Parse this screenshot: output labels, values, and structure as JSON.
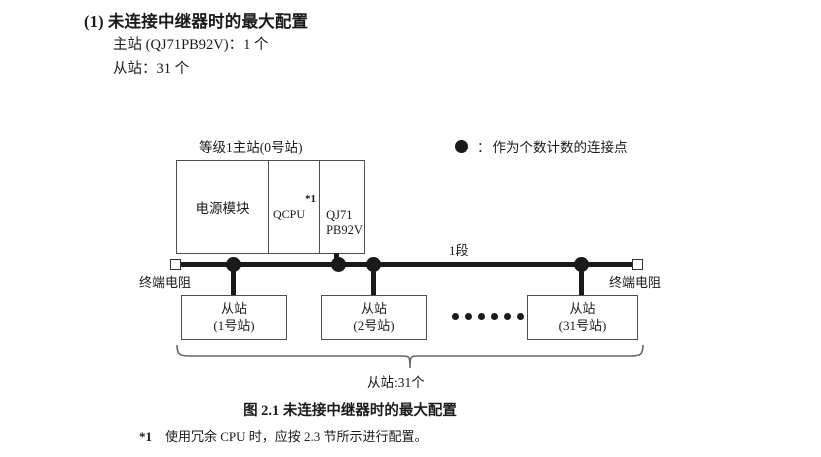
{
  "heading": {
    "number": "(1)",
    "title": "未连接中继器时的最大配置"
  },
  "spec_lines": {
    "master": "主站 (QJ71PB92V)：1 个",
    "slave": "从站：31 个"
  },
  "legend": {
    "dot_icon": "filled-circle-icon",
    "colon": "：",
    "text": "作为个数计数的连接点"
  },
  "diagram": {
    "master_station": {
      "caption": "等级1主站(0号站)",
      "modules": [
        {
          "label": "电源模块",
          "name": "power-supply-module"
        },
        {
          "label": "QCPU",
          "footnote_ref": "*1",
          "name": "qcpu-module"
        },
        {
          "label_line1": "QJ71",
          "label_line2": "PB92V",
          "name": "qj71pb92v-module"
        }
      ]
    },
    "bus": {
      "segment_label": "1段",
      "terminator_left_label": "终端电阻",
      "terminator_right_label": "终端电阻",
      "terminator_icon": "terminating-resistor-icon",
      "node_icon": "connection-point-icon",
      "node_count": 4
    },
    "slaves": [
      {
        "title": "从站",
        "station": "(1号站)"
      },
      {
        "title": "从站",
        "station": "(2号站)"
      },
      {
        "title": "从站",
        "station": "(31号站)"
      }
    ],
    "ellipsis_dot_count": 6,
    "brace": {
      "label": "从站:31个"
    }
  },
  "figure_caption": "图 2.1  未连接中继器时的最大配置",
  "footnote": {
    "mark": "*1",
    "text": "使用冗余 CPU 时，应按 2.3 节所示进行配置。"
  },
  "colors": {
    "ink": "#1a1a1a",
    "box_stroke": "#4d4d4d",
    "page_bg": "#ffffff"
  }
}
